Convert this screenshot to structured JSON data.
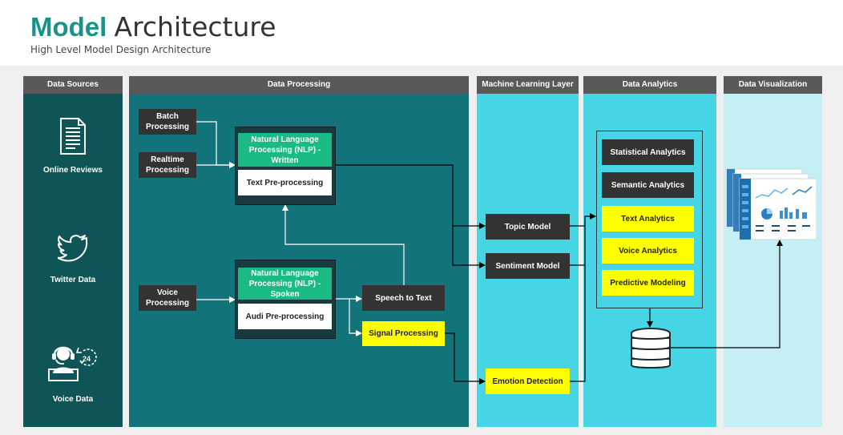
{
  "header": {
    "title_strong": "Model",
    "title_rest": "Architecture",
    "subtitle": "High Level Model Design Architecture"
  },
  "columns": {
    "sources": "Data Sources",
    "processing": "Data Processing",
    "ml": "Machine Learning Layer",
    "analytics": "Data  Analytics",
    "viz": "Data Visualization"
  },
  "sources": {
    "reviews": "Online Reviews",
    "twitter": "Twitter Data",
    "voice": "Voice Data",
    "voice_badge": "24"
  },
  "processing": {
    "batch": "Batch Processing",
    "realtime": "Realtime Processing",
    "voice": "Voice Processing",
    "nlp_written": "Natural Language Processing (NLP) - Written",
    "text_pre": "Text Pre-processing",
    "nlp_spoken": "Natural Language Processing (NLP) - Spoken",
    "audi_pre": "Audi Pre-processing",
    "speech": "Speech to Text",
    "signal": "Signal Processing"
  },
  "ml": {
    "topic": "Topic Model",
    "sentiment": "Sentiment Model",
    "emotion": "Emotion Detection"
  },
  "analytics": {
    "statistical": "Statistical Analytics",
    "semantic": "Semantic Analytics",
    "text": "Text Analytics",
    "voice": "Voice Analytics",
    "predictive": "Predictive Modeling"
  },
  "colors": {
    "teal_dark": "#0f5457",
    "teal_mid": "#13737a",
    "cyan": "#45d5e4",
    "cyan_light": "#c4f0f5",
    "yellow": "#ffff00",
    "green": "#1aba84",
    "brand": "#17938a"
  }
}
